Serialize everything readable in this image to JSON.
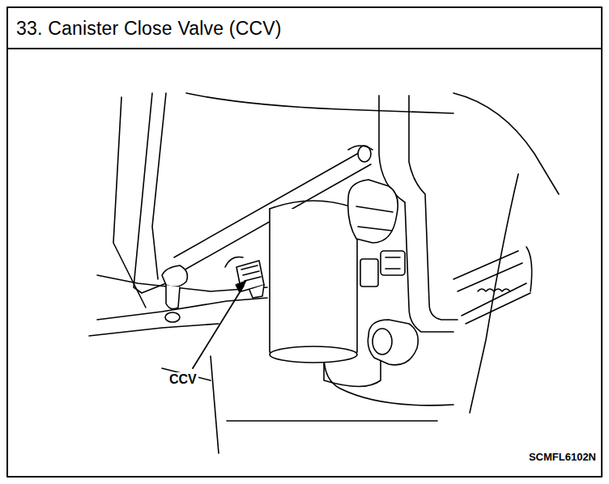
{
  "diagram": {
    "title": "33. Canister Close Valve (CCV)",
    "labels": [
      "CCV",
      "SCMFL6102N"
    ]
  }
}
